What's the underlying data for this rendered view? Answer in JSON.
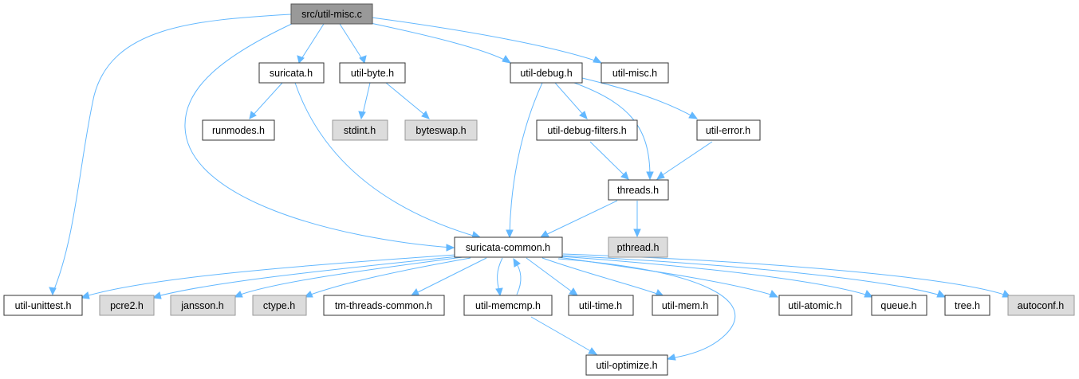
{
  "nodes": {
    "root": "src/util-misc.c",
    "suricata_h": "suricata.h",
    "util_byte_h": "util-byte.h",
    "util_debug_h": "util-debug.h",
    "util_misc_h": "util-misc.h",
    "runmodes_h": "runmodes.h",
    "stdint_h": "stdint.h",
    "byteswap_h": "byteswap.h",
    "util_debug_filters_h": "util-debug-filters.h",
    "util_error_h": "util-error.h",
    "threads_h": "threads.h",
    "pthread_h": "pthread.h",
    "suricata_common_h": "suricata-common.h",
    "util_unittest_h": "util-unittest.h",
    "pcre2_h": "pcre2.h",
    "jansson_h": "jansson.h",
    "ctype_h": "ctype.h",
    "tm_threads_common_h": "tm-threads-common.h",
    "util_memcmp_h": "util-memcmp.h",
    "util_time_h": "util-time.h",
    "util_mem_h": "util-mem.h",
    "util_atomic_h": "util-atomic.h",
    "queue_h": "queue.h",
    "tree_h": "tree.h",
    "autoconf_h": "autoconf.h",
    "util_optimize_h": "util-optimize.h"
  },
  "colors": {
    "edge": "#63b8ff",
    "root_fill": "#999999",
    "system_header_fill": "#dcdcdc",
    "project_header_fill": "#ffffff"
  }
}
